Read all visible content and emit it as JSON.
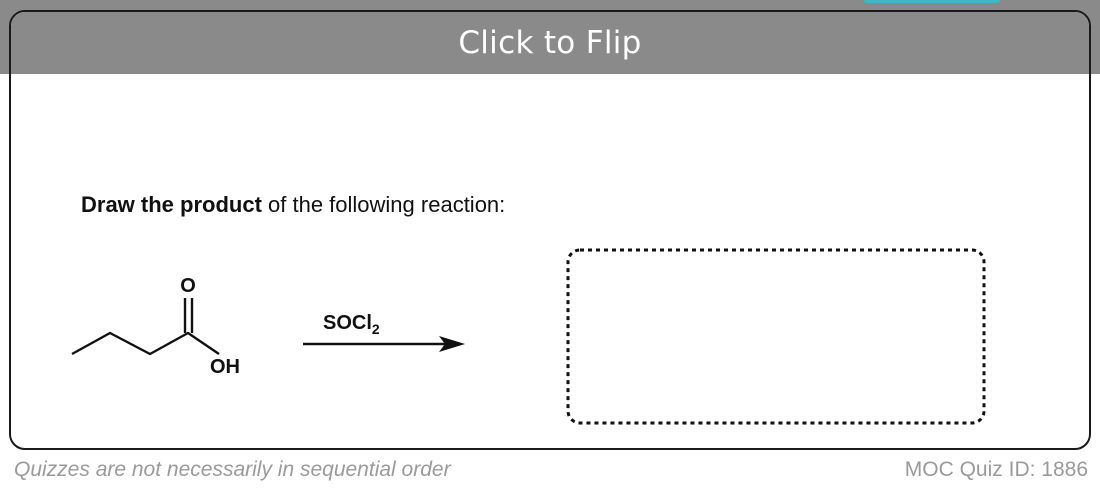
{
  "card": {
    "flip_label": "Click to Flip",
    "prompt_bold": "Draw the product",
    "prompt_rest": " of the following reaction:",
    "reaction": {
      "carbonyl_label": "O",
      "hydroxyl_label": "OH",
      "reagent_main": "SOCl",
      "reagent_subscript": "2"
    }
  },
  "footer": {
    "left_text": "Quizzes are not necessarily in sequential order",
    "right_text": "MOC Quiz ID: 1886"
  },
  "colors": {
    "header_bg": "#8a8a8a",
    "card_border": "#1a1a1a",
    "footer_text": "#9a9a9a",
    "top_tab_accent": "#3bb8c9"
  }
}
